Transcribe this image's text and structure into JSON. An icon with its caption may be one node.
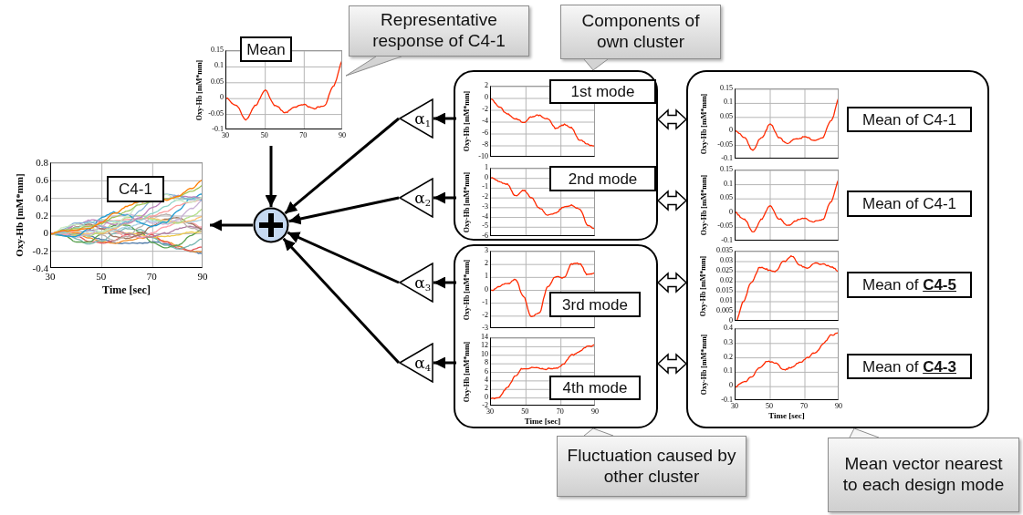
{
  "diagram": {
    "nodes": [
      {
        "text": [
          "Representative response of C4-1"
        ]
      },
      {
        "text": [
          "Oxy-Hb [mM*mm]",
          "0.15",
          "0.1",
          "0.05",
          "0",
          "-0.05",
          "-0.1",
          "30",
          "50",
          "70",
          "90"
        ]
      },
      {
        "text": [
          "Mean"
        ]
      },
      {
        "text": [
          "Components of own cluster"
        ]
      },
      {
        "text": [
          "Oxy-Hb [mM*mm]",
          "0.8",
          "0.6",
          "0.4",
          "0.2",
          "0",
          "-0.2",
          "-0.4",
          "30",
          "50",
          "70",
          "90",
          "Time [sec]"
        ]
      },
      {
        "text": [
          "C4-1"
        ],
        "in": 4
      },
      {
        "text": [],
        "shape": "circle"
      },
      {
        "text": [
          "α$_{1}$"
        ]
      },
      {
        "text": [
          "α$_{2}$"
        ]
      },
      {
        "text": [
          "α$_{3}$"
        ]
      },
      {
        "text": [
          "α$_{4}$"
        ]
      },
      {
        "text": [],
        "shape": "box"
      },
      {
        "text": [
          "Oxy-Hb [mM*mm]",
          "2",
          "0",
          "-2",
          "-4",
          "-6",
          "-8",
          "-10"
        ],
        "in": 11
      },
      {
        "text": [
          "1st mode"
        ],
        "in": 11
      },
      {
        "text": [
          "Oxy-Hb [mM*mm]",
          "1",
          "0",
          "-1",
          "-2",
          "-3",
          "-4",
          "-5",
          "-6"
        ],
        "in": 11
      },
      {
        "text": [
          "2nd mode"
        ],
        "in": 11
      },
      {
        "text": [],
        "shape": "box"
      },
      {
        "text": [
          "Oxy-Hb [mM*mm]",
          "3",
          "2",
          "1",
          "0",
          "-1",
          "-2",
          "-3"
        ],
        "in": 16
      },
      {
        "text": [
          "3rd mode"
        ],
        "in": 16
      },
      {
        "text": [
          "Oxy-Hb [mM*mm]",
          "14",
          "12",
          "10",
          "8",
          "6",
          "4",
          "2",
          "0",
          "-2",
          "30",
          "50",
          "70",
          "90",
          "Time [sec]"
        ],
        "in": 16
      },
      {
        "text": [
          "4th mode"
        ],
        "in": 16
      },
      {
        "text": [],
        "shape": "box"
      },
      {
        "text": [
          "Oxy-Hb [mM*mm]",
          "0.15",
          "0.1",
          "0.05",
          "0",
          "-0.05",
          "-0.1"
        ],
        "in": 21
      },
      {
        "text": [
          "Mean of C4-1"
        ],
        "in": 21
      },
      {
        "text": [
          "Oxy-Hb [mM*mm]",
          "0.15",
          "0.1",
          "0.05",
          "0",
          "-0.05",
          "-0.1"
        ],
        "in": 21
      },
      {
        "text": [
          "Mean of C4-1"
        ],
        "in": 21
      },
      {
        "text": [
          "Oxy-Hb [mM*mm]",
          "0.035",
          "0.03",
          "0.025",
          "0.02",
          "0.015",
          "0.01",
          "0.005",
          "0"
        ],
        "in": 21
      },
      {
        "text": [
          "Mean of **C4-5**"
        ],
        "in": 21
      },
      {
        "text": [
          "Oxy-Hb [mM*mm]",
          "0.4",
          "0.3",
          "0.2",
          "0.1",
          "0",
          "-0.1",
          "30",
          "50",
          "70",
          "90",
          "Time [sec]"
        ],
        "in": 21
      },
      {
        "text": [
          "Mean of **C4-3**"
        ],
        "in": 21
      },
      {
        "text": [
          "Fluctuation caused by other cluster"
        ]
      },
      {
        "text": [
          "Mean vector nearest to each design mode"
        ]
      }
    ],
    "edges": [
      {
        "from": 1,
        "to": 6,
        "arrow": "to"
      },
      {
        "from": 6,
        "to": 4,
        "arrow": "to"
      },
      {
        "from": 7,
        "to": 6,
        "arrow": "to"
      },
      {
        "from": 8,
        "to": 6,
        "arrow": "to"
      },
      {
        "from": 9,
        "to": 6,
        "arrow": "to"
      },
      {
        "from": 10,
        "to": 6,
        "arrow": "to"
      },
      {
        "from": 12,
        "to": 7,
        "arrow": "to"
      },
      {
        "from": 14,
        "to": 8,
        "arrow": "to"
      },
      {
        "from": 17,
        "to": 9,
        "arrow": "to"
      },
      {
        "from": 19,
        "to": 10,
        "arrow": "to"
      },
      {
        "from": 11,
        "to": 21,
        "arrow": "both",
        "style": "thick"
      },
      {
        "from": 11,
        "to": 21,
        "arrow": "both",
        "style": "thick"
      },
      {
        "from": 16,
        "to": 21,
        "arrow": "both",
        "style": "thick"
      },
      {
        "from": 16,
        "to": 21,
        "arrow": "both",
        "style": "thick"
      },
      {
        "from": 0,
        "to": 1,
        "arrow": "none",
        "color": "#8c8c8c"
      },
      {
        "from": 3,
        "to": 11,
        "arrow": "none",
        "color": "#8c8c8c"
      },
      {
        "from": 30,
        "to": 16,
        "arrow": "none",
        "color": "#8c8c8c"
      },
      {
        "from": 31,
        "to": 21,
        "arrow": "none",
        "color": "#8c8c8c"
      }
    ]
  }
}
